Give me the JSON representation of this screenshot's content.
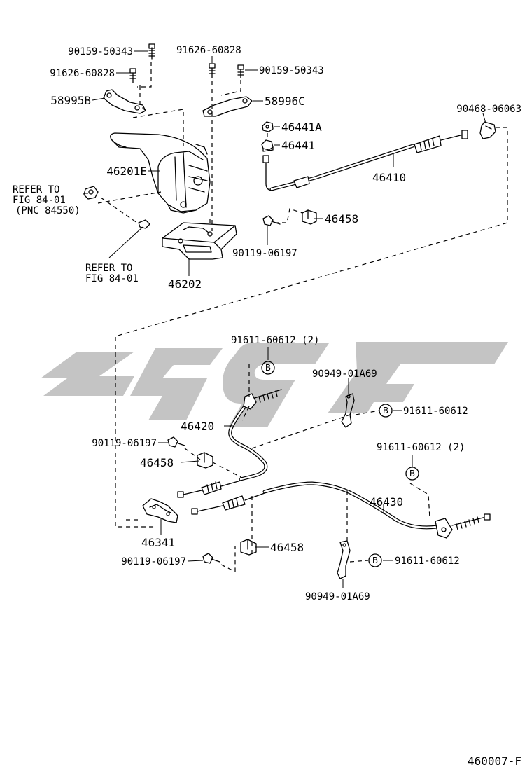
{
  "parts": {
    "p_90159_50343_a": "90159-50343",
    "p_91626_60828_a": "91626-60828",
    "p_91626_60828_b": "91626-60828",
    "p_90159_50343_b": "90159-50343",
    "p_58995B": "58995B",
    "p_58996C": "58996C",
    "p_90468_06063": "90468-06063",
    "p_46441A": "46441A",
    "p_46441": "46441",
    "p_46201E": "46201E",
    "p_46410": "46410",
    "p_46458_a": "46458",
    "p_90119_06197_a": "90119-06197",
    "p_46202": "46202",
    "p_91611_60612_2a": "91611-60612 (2)",
    "p_90949_01A69_a": "90949-01A69",
    "p_91611_60612_a": "91611-60612",
    "p_46420": "46420",
    "p_90119_06197_b": "90119-06197",
    "p_46458_b": "46458",
    "p_91611_60612_2b": "91611-60612 (2)",
    "p_46430": "46430",
    "p_46341": "46341",
    "p_46458_c": "46458",
    "p_90119_06197_c": "90119-06197",
    "p_91611_60612_b": "91611-60612",
    "p_90949_01A69_b": "90949-01A69"
  },
  "refs": {
    "ref1_line1": "REFER TO",
    "ref1_line2": "FIG 84-01",
    "ref1_line3": "(PNC 84550)",
    "ref2_line1": "REFER TO",
    "ref2_line2": "FIG 84-01"
  },
  "badge_letter": "B",
  "figure_code": "460007-F"
}
